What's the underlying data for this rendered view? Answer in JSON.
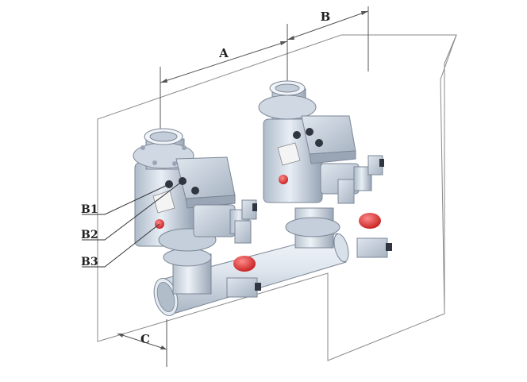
{
  "dimensions": {
    "a": "A",
    "b": "B",
    "c": "C"
  },
  "callouts": {
    "b1": "B1",
    "b2": "B2",
    "b3": "B3"
  },
  "colors": {
    "metal_light": "#e6edf5",
    "metal_mid": "#c3cedb",
    "metal_dark": "#8e9aab",
    "accent_red": "#e03030",
    "label_plate": "#f4f4f4",
    "line": "#555555"
  }
}
